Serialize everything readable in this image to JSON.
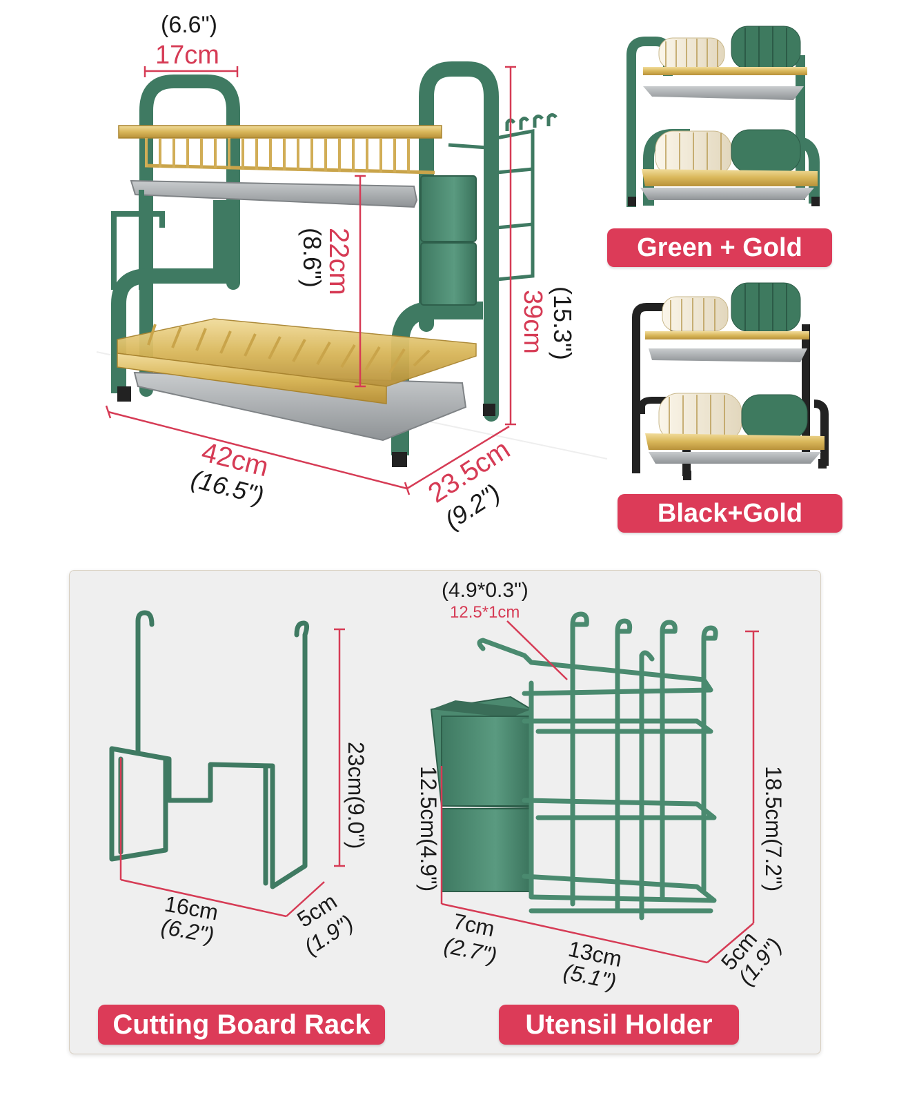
{
  "variants": {
    "green_gold": {
      "label": "Green + Gold",
      "frame_color": "#3f7a62",
      "accent_color": "#d9b75a"
    },
    "black_gold": {
      "label": "Black+Gold",
      "frame_color": "#222222",
      "accent_color": "#d9b75a"
    }
  },
  "main_rack": {
    "handle_width_cm": "17cm",
    "handle_width_in": "(6.6\")",
    "tier_gap_cm": "22cm",
    "tier_gap_in": "(8.6\")",
    "height_cm": "39cm",
    "height_in": "(15.3\")",
    "length_cm": "42cm",
    "length_in": "(16.5\")",
    "depth_cm": "23.5cm",
    "depth_in": "(9.2\")"
  },
  "cutting_board_rack": {
    "title": "Cutting Board Rack",
    "height": "23cm(9.0\")",
    "width_cm": "16cm",
    "width_in": "(6.2\")",
    "depth_cm": "5cm",
    "depth_in": "(1.9\")"
  },
  "utensil_holder": {
    "title": "Utensil Holder",
    "hook_size_in": "(4.9*0.3\")",
    "hook_size_cm": "12.5*1cm",
    "cup_height": "12.5cm(4.9\")",
    "height": "18.5cm(7.2\")",
    "cup_width_cm": "7cm",
    "cup_width_in": "(2.7\")",
    "rack_width_cm": "13cm",
    "rack_width_in": "(5.1\")",
    "depth_cm": "5cm",
    "depth_in": "(1.9\")"
  },
  "colors": {
    "dimension_red": "#d63b55",
    "frame_green": "#3f7a62",
    "gold": "#d9b75a",
    "tray_gray": "#a9adb0"
  }
}
